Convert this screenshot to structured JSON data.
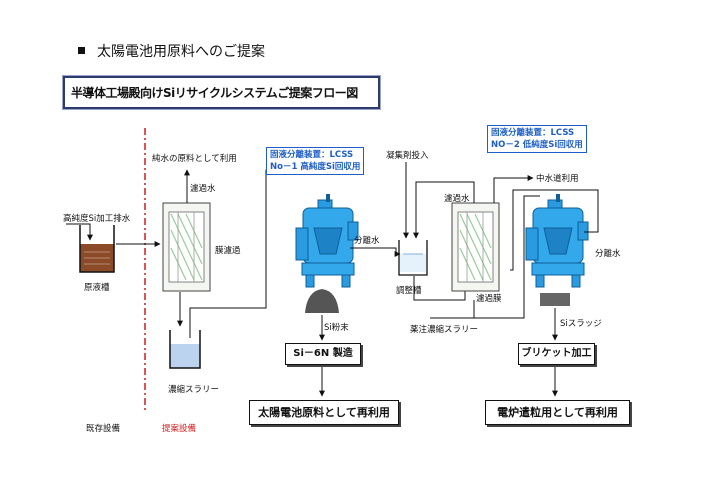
{
  "heading": "太陽電池用原料へのご提案",
  "title": "半導体工場殿向けSiリサイクルシステムご提案フロー図",
  "labels": {
    "pure_water": "純水の原料として利用",
    "filtered_water": "濾過水",
    "raw_drain": "高純度Si加工排水",
    "raw_tank": "原液槽",
    "membrane_filter": "膜濾過",
    "conc_slurry": "濃縮スラリー",
    "existing": "既存設備",
    "proposed": "提案設備",
    "separated_water_1": "分離水",
    "si_powder": "Si粉末",
    "coagulant": "凝集剤投入",
    "adjust_tank": "調整槽",
    "filtered_water_2": "濾過水",
    "filtration_membrane": "濾過膜",
    "injection_slurry": "薬注濃縮スラリー",
    "gray_water": "中水道利用",
    "separated_water_2": "分離水",
    "si_sludge": "Siスラッジ"
  },
  "device1": {
    "line1": "固液分離装置：LCSS",
    "line2": "No－1 高純度Si回収用"
  },
  "device2": {
    "line1": "固液分離装置：LCSS",
    "line2": "NO－2 低純度Si回収用"
  },
  "outputs": {
    "si6n": "Si－6N 製造",
    "solar": "太陽電池原料として再利用",
    "briquette": "ブリケット加工",
    "furnace": "電炉遣粒用として再利用"
  }
}
